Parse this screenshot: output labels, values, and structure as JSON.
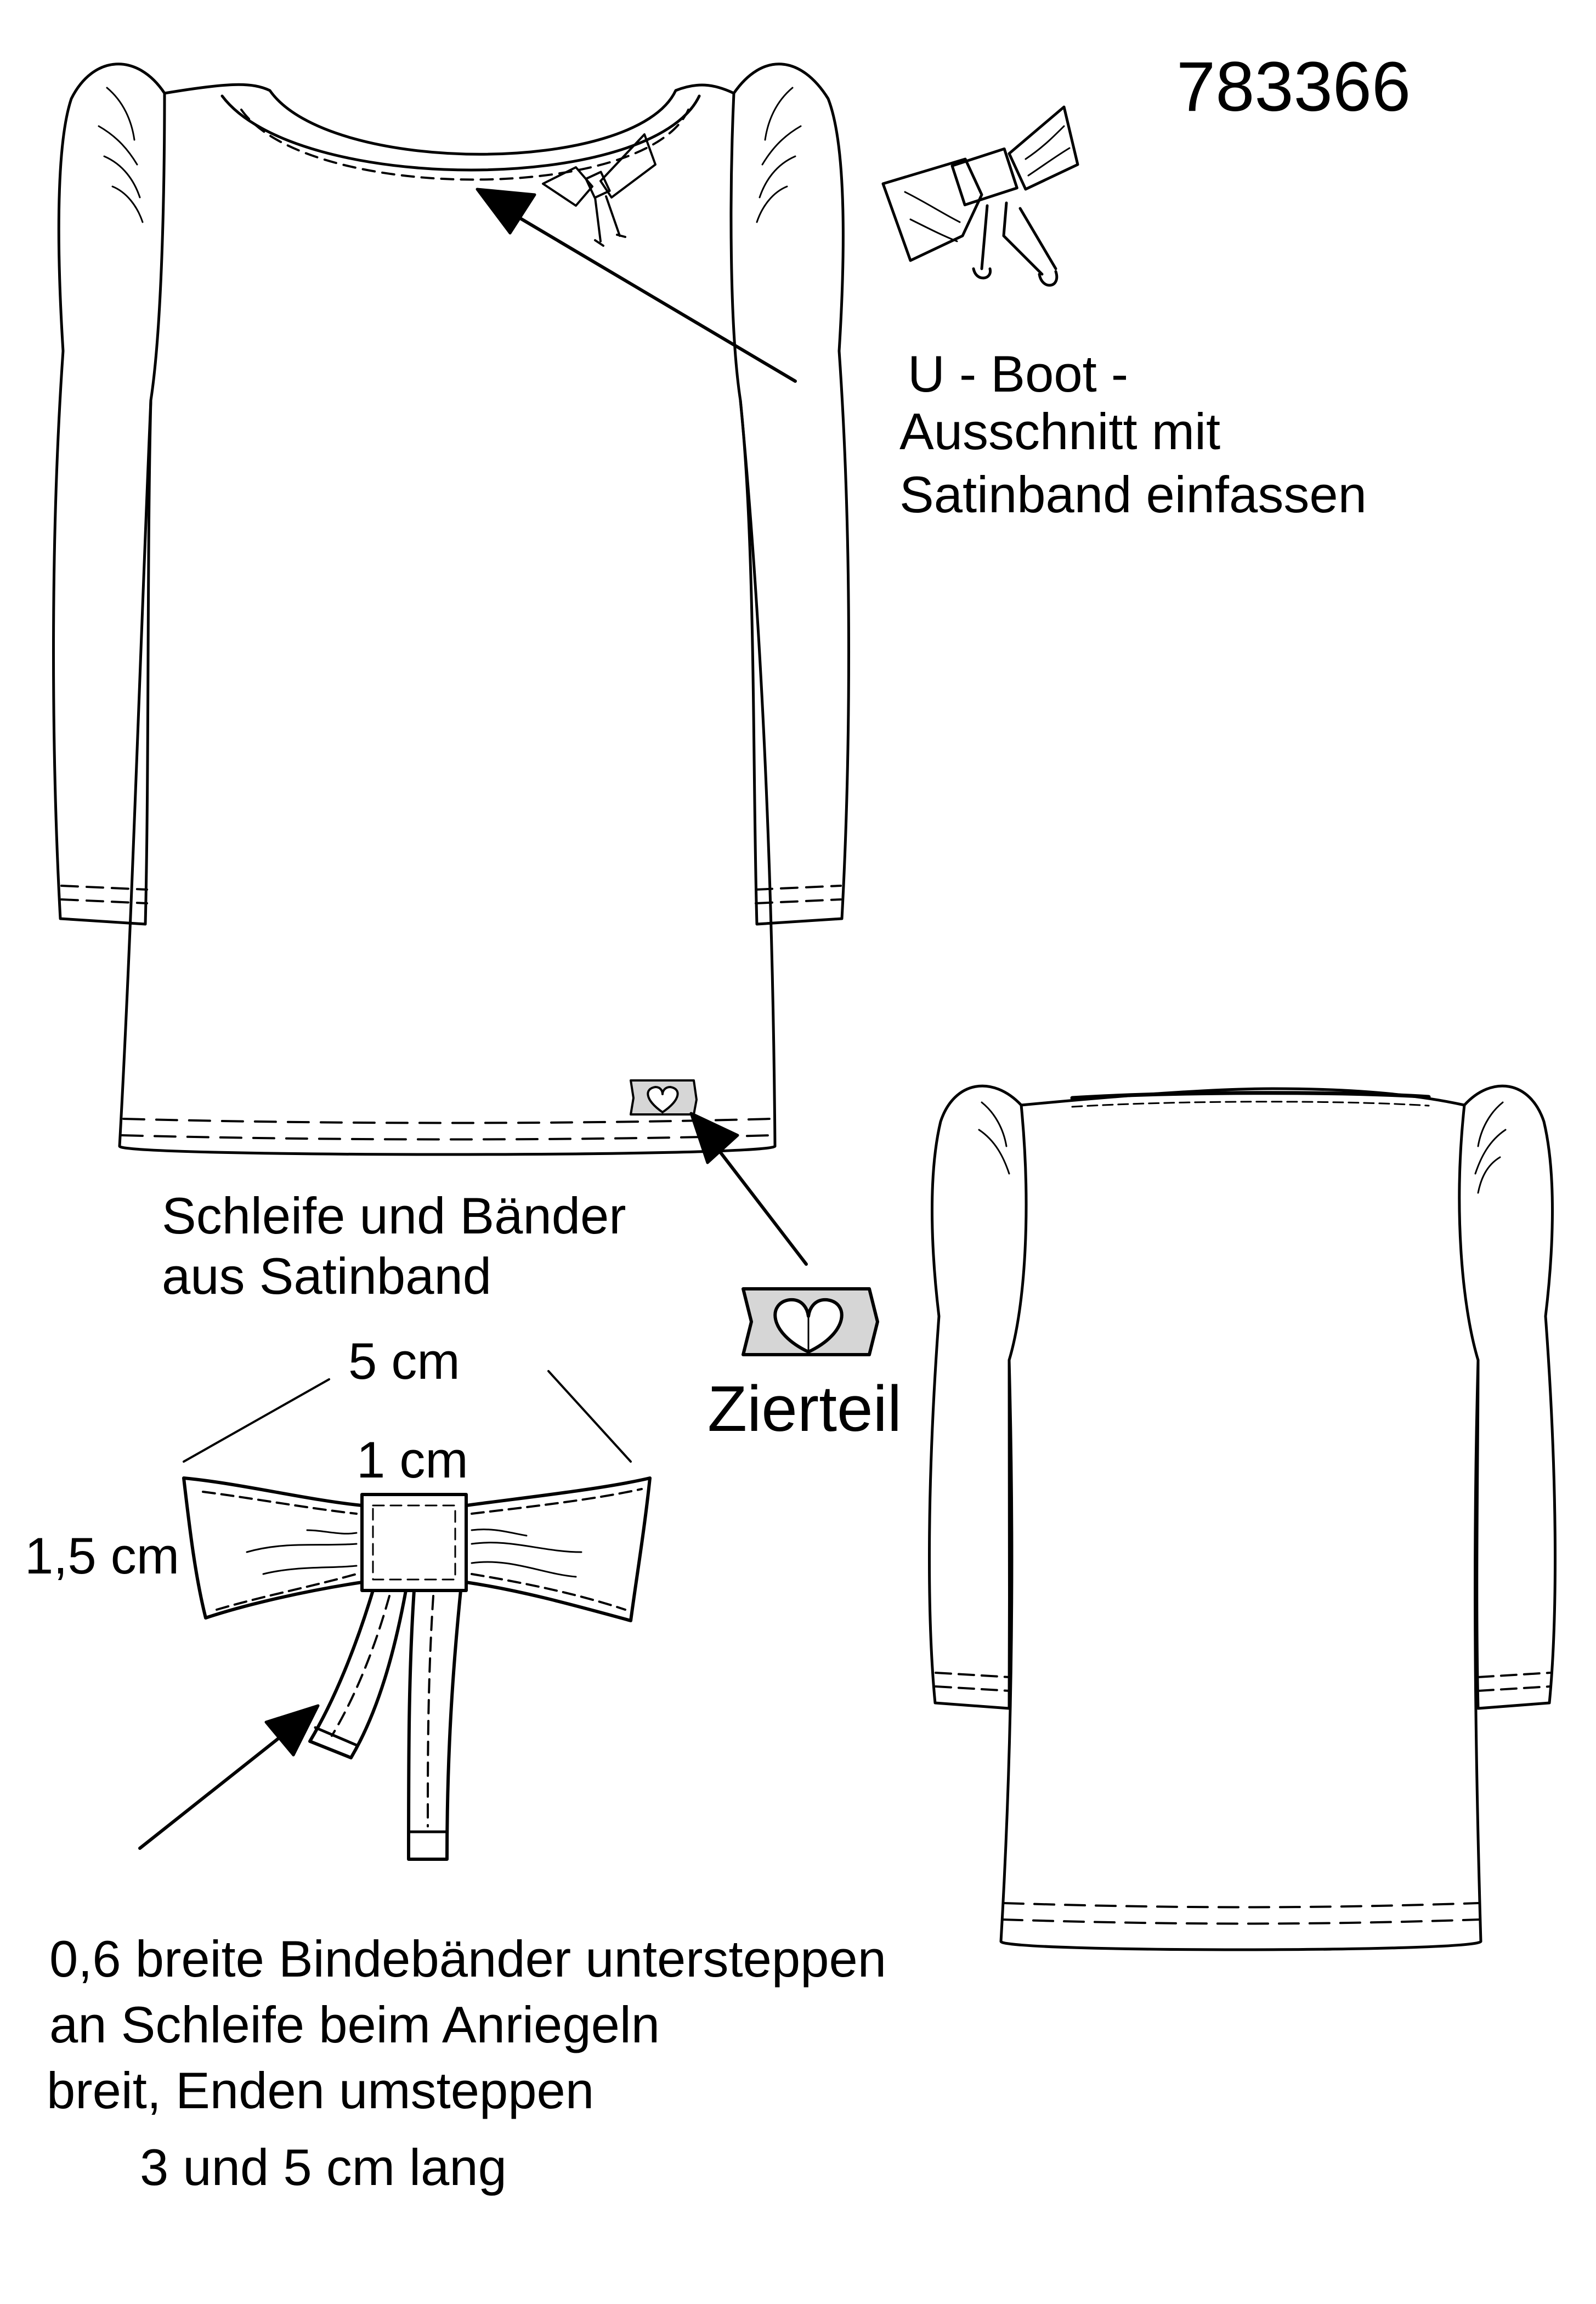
{
  "model_number": "783366",
  "notes": {
    "neckline": [
      "U - Boot -",
      "Ausschnitt mit",
      "Satinband einfassen"
    ],
    "bow_material": [
      "Schleife und Bänder",
      "aus Satinband"
    ],
    "ornament": "Zierteil",
    "ties": [
      "0,6 breite Bindebänder untersteppen",
      "an Schleife beim Anriegeln",
      "breit, Enden umsteppen",
      "3 und 5 cm lang"
    ]
  },
  "dimensions": {
    "bow_width": "5 cm",
    "knot_width": "1 cm",
    "bow_height": "1,5 cm"
  },
  "colors": {
    "line": "#000000",
    "fill": "#ffffff",
    "ornament": "#d6d6d6"
  }
}
